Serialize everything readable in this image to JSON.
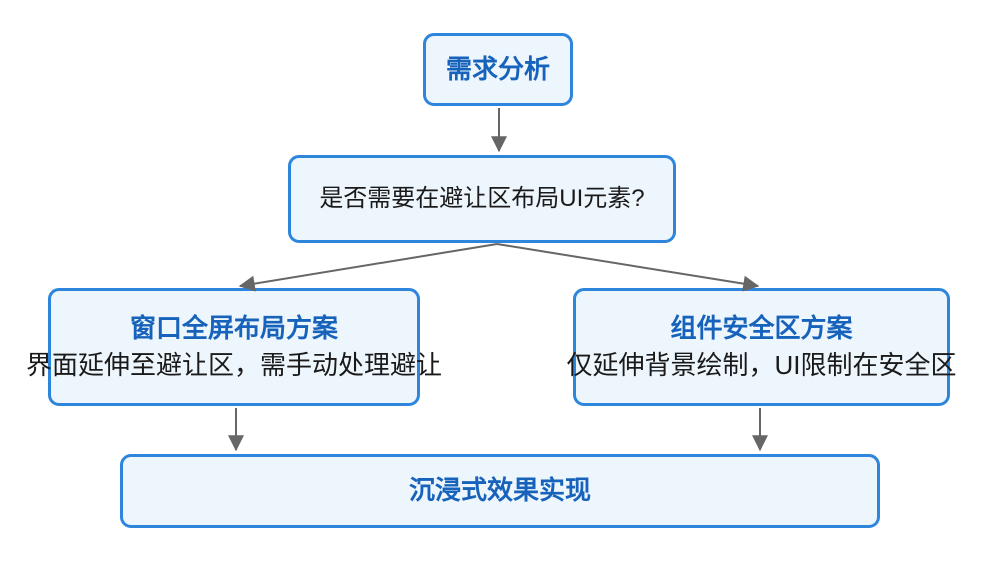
{
  "diagram": {
    "title": "immersive-layout-decision-flowchart",
    "nodes": {
      "requirements": {
        "title": "需求分析"
      },
      "decision": {
        "title": "是否需要在避让区布局UI元素?"
      },
      "fullscreen": {
        "title": "窗口全屏布局方案",
        "subtitle": "界面延伸至避让区，需手动处理避让"
      },
      "safearea": {
        "title": "组件安全区方案",
        "subtitle": "仅延伸背景绘制，UI限制在安全区"
      },
      "immersive": {
        "title": "沉浸式效果实现"
      }
    },
    "edges": [
      {
        "from": "requirements",
        "to": "decision"
      },
      {
        "from": "decision",
        "to": "fullscreen"
      },
      {
        "from": "decision",
        "to": "safearea"
      },
      {
        "from": "fullscreen",
        "to": "immersive"
      },
      {
        "from": "safearea",
        "to": "immersive"
      }
    ],
    "colors": {
      "node_border": "#2E86DC",
      "node_fill": "#EDF5FD",
      "title_text": "#1763BC",
      "body_text": "#1A1A1A",
      "arrow": "#666666",
      "background": "#FFFFFF"
    }
  }
}
